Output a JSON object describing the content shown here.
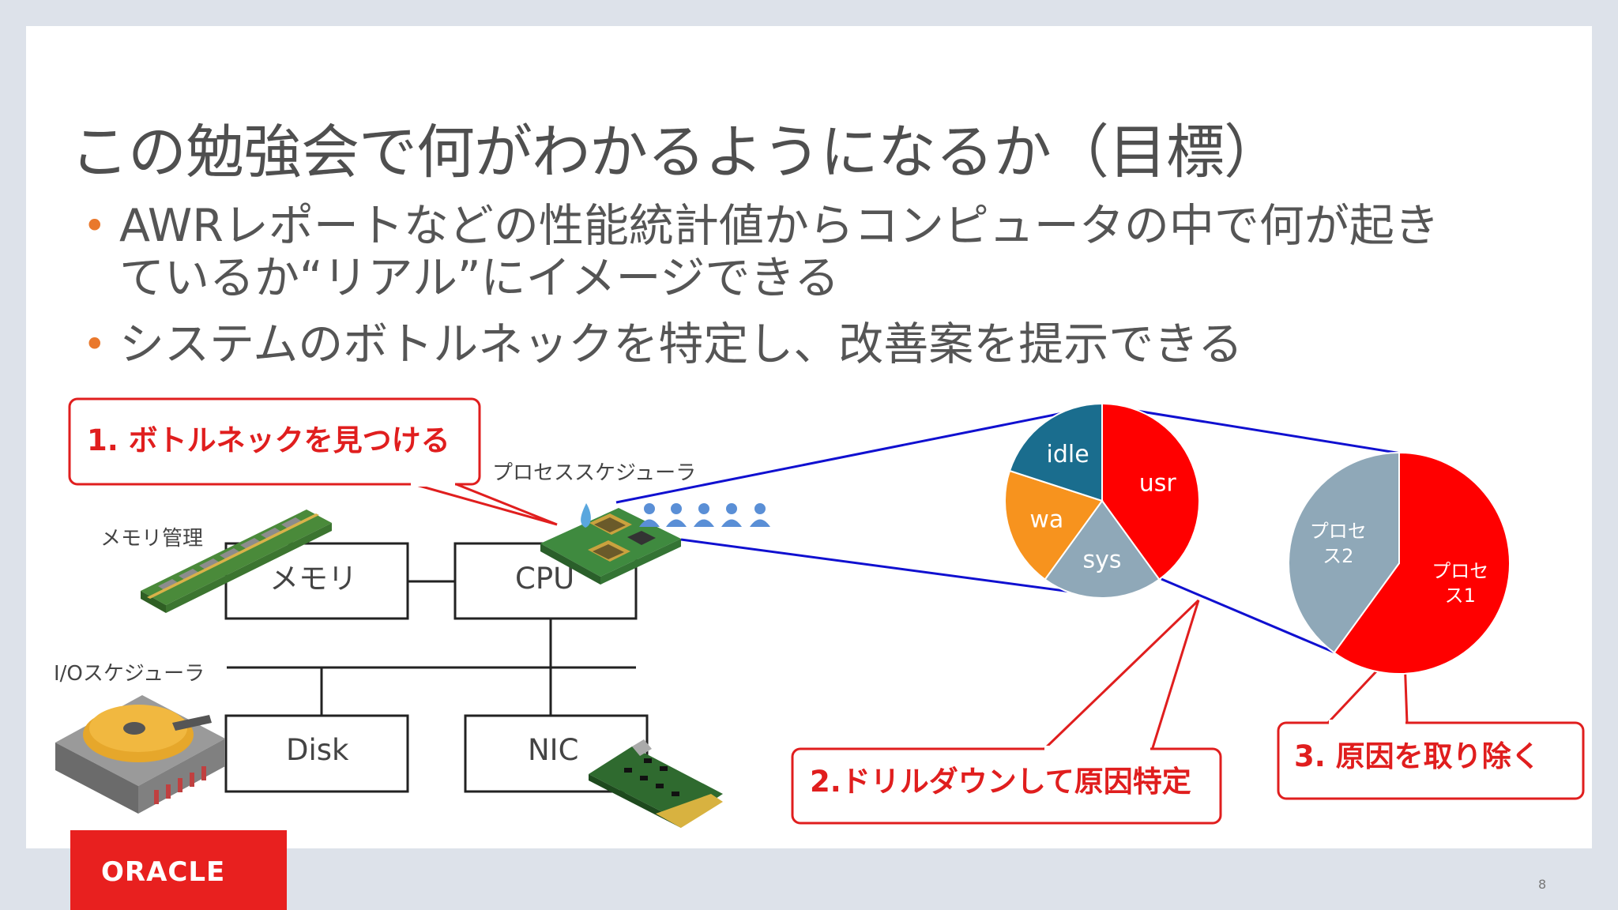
{
  "title": "この勉強会で何がわかるようになるか（目標）",
  "bullets": [
    {
      "line1": "AWRレポートなどの性能統計値からコンピュータの中で何が起き",
      "line2": "ているか“リアル”にイメージできる"
    },
    {
      "line1": "システムのボトルネックを特定し、改善案を提示できる"
    }
  ],
  "callouts": {
    "step1": "1. ボトルネックを見つける",
    "step2": "2.ドリルダウンして原因特定",
    "step3": "3. 原因を取り除く"
  },
  "diagram": {
    "labels": {
      "process_scheduler": "プロセススケジューラ",
      "memory_mgmt": "メモリ管理",
      "io_scheduler": "I/Oスケジューラ"
    },
    "boxes": {
      "memory": "メモリ",
      "cpu": "CPU",
      "disk": "Disk",
      "nic": "NIC"
    }
  },
  "chart_data": [
    {
      "type": "pie",
      "categories": [
        "usr",
        "sys",
        "wa",
        "idle"
      ],
      "values": [
        40,
        20,
        20,
        20
      ],
      "colors": [
        "#ff0000",
        "#8fa8b8",
        "#f7931e",
        "#1a6d8e"
      ],
      "title": ""
    },
    {
      "type": "pie",
      "categories": [
        "プロセス1",
        "プロセス2"
      ],
      "display_labels": [
        [
          "プロセ",
          "ス1"
        ],
        [
          "プロセ",
          "ス2"
        ]
      ],
      "values": [
        60,
        40
      ],
      "colors": [
        "#ff0000",
        "#8fa8b8"
      ],
      "title": ""
    }
  ],
  "footer": {
    "logo": "ORACLE",
    "page_number": "8"
  }
}
